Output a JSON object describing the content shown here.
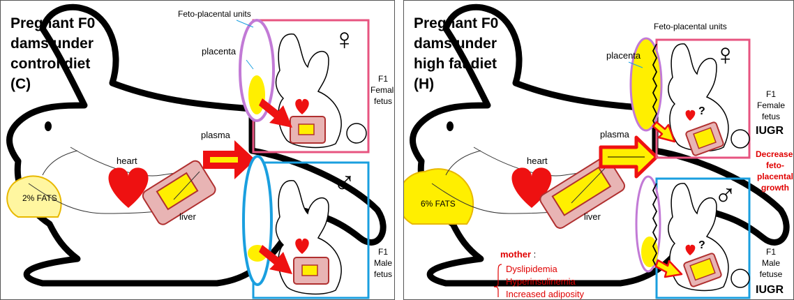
{
  "left_panel": {
    "title_lines": [
      "Pregnant F0",
      "dams under",
      "control diet",
      "(C)"
    ],
    "feto_placental_units": "Feto-placental units",
    "placenta": "placenta",
    "plasma": "plasma",
    "heart": "heart",
    "liver": "liver",
    "fat_label": "2% FATS",
    "female_symbol": "♀",
    "male_symbol": "♂",
    "female_fetus_lines": [
      "F1",
      "Female",
      "fetus"
    ],
    "male_fetus_lines": [
      "F1",
      "Male",
      "fetus"
    ]
  },
  "right_panel": {
    "title_lines": [
      "Pregnant F0",
      "dams under",
      "high fat diet",
      "(H)"
    ],
    "feto_placental_units": "Feto-placental units",
    "placenta": "placenta",
    "plasma": "plasma",
    "heart": "heart",
    "liver": "liver",
    "fat_label": "6% FATS",
    "female_symbol": "♀",
    "male_symbol": "♂",
    "female_fetus_lines": [
      "F1",
      "Female",
      "fetus"
    ],
    "male_fetus_lines": [
      "F1",
      "Male",
      "fetuse"
    ],
    "iugr": "IUGR",
    "growth_lines": [
      "Decreased",
      "feto-",
      "placental",
      "growth"
    ],
    "question_mark": "?",
    "mother_label": "mother",
    "mother_colon": " :",
    "mother_items": [
      "Dyslipidemia",
      "Hyperinsulinemia",
      "Increased adiposity"
    ]
  },
  "colors": {
    "female_box": "#e75480",
    "male_box": "#1a9fdf",
    "arrow_red": "#ee1111",
    "yellow": "#ffef00",
    "liver_fill": "#e8b4b4",
    "liver_edge": "#b03030",
    "placenta_edge_left": "#c27ad6",
    "text_red": "#e00000"
  }
}
